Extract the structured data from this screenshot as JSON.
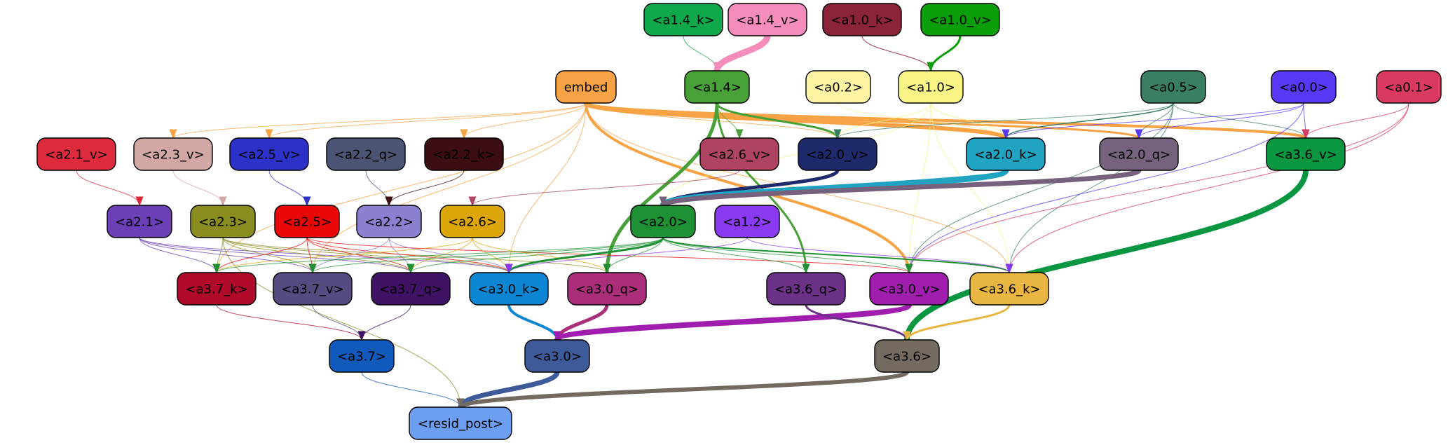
{
  "nodes": [
    {
      "id": "a1_4_k",
      "label": "<a1.4_k>",
      "fill": "#0fa84a",
      "text": "#000000"
    },
    {
      "id": "a1_4_v",
      "label": "<a1.4_v>",
      "fill": "#f48cbc",
      "text": "#000000"
    },
    {
      "id": "a1_0_k",
      "label": "<a1.0_k>",
      "fill": "#8b2439",
      "text": "#000000"
    },
    {
      "id": "a1_0_v",
      "label": "<a1.0_v>",
      "fill": "#0a9e0a",
      "text": "#000000"
    },
    {
      "id": "embed",
      "label": "embed",
      "fill": "#f7a244",
      "text": "#000000"
    },
    {
      "id": "a1_4",
      "label": "<a1.4>",
      "fill": "#48a038",
      "text": "#000000"
    },
    {
      "id": "a0_2",
      "label": "<a0.2>",
      "fill": "#fdf4a4",
      "text": "#000000"
    },
    {
      "id": "a1_0",
      "label": "<a1.0>",
      "fill": "#f7f384",
      "text": "#000000"
    },
    {
      "id": "a0_5",
      "label": "<a0.5>",
      "fill": "#3b7f63",
      "text": "#000000"
    },
    {
      "id": "a0_0",
      "label": "<a0.0>",
      "fill": "#5a37f5",
      "text": "#000000"
    },
    {
      "id": "a0_1",
      "label": "<a0.1>",
      "fill": "#da3a60",
      "text": "#000000"
    },
    {
      "id": "a2_1_v",
      "label": "<a2.1_v>",
      "fill": "#dd2a3c",
      "text": "#000000"
    },
    {
      "id": "a2_3_v",
      "label": "<a2.3_v>",
      "fill": "#d1a8a4",
      "text": "#000000"
    },
    {
      "id": "a2_5_v",
      "label": "<a2.5_v>",
      "fill": "#2c31c8",
      "text": "#000000"
    },
    {
      "id": "a2_2_q",
      "label": "<a2.2_q>",
      "fill": "#4b5573",
      "text": "#000000"
    },
    {
      "id": "a2_2_k",
      "label": "<a2.2_k>",
      "fill": "#3c0e14",
      "text": "#000000"
    },
    {
      "id": "a2_6_v",
      "label": "<a2.6_v>",
      "fill": "#ae4461",
      "text": "#000000"
    },
    {
      "id": "a2_0_v",
      "label": "<a2.0_v>",
      "fill": "#1e2a6c",
      "text": "#000000"
    },
    {
      "id": "a2_0_k",
      "label": "<a2.0_k>",
      "fill": "#21a4c1",
      "text": "#000000"
    },
    {
      "id": "a2_0_q",
      "label": "<a2.0_q>",
      "fill": "#76627d",
      "text": "#000000"
    },
    {
      "id": "a3_6_v",
      "label": "<a3.6_v>",
      "fill": "#0b9642",
      "text": "#000000"
    },
    {
      "id": "a2_1",
      "label": "<a2.1>",
      "fill": "#6b3fb6",
      "text": "#000000"
    },
    {
      "id": "a2_3",
      "label": "<a2.3>",
      "fill": "#8b8c20",
      "text": "#000000"
    },
    {
      "id": "a2_5",
      "label": "<a2.5>",
      "fill": "#ea0707",
      "text": "#000000"
    },
    {
      "id": "a2_2",
      "label": "<a2.2>",
      "fill": "#8b81d1",
      "text": "#000000"
    },
    {
      "id": "a2_6",
      "label": "<a2.6>",
      "fill": "#dca60a",
      "text": "#000000"
    },
    {
      "id": "a2_0",
      "label": "<a2.0>",
      "fill": "#1d9133",
      "text": "#000000"
    },
    {
      "id": "a1_2",
      "label": "<a1.2>",
      "fill": "#8a3bf2",
      "text": "#000000"
    },
    {
      "id": "a3_7_k",
      "label": "<a3.7_k>",
      "fill": "#b00a2b",
      "text": "#000000"
    },
    {
      "id": "a3_7_v",
      "label": "<a3.7_v>",
      "fill": "#574a80",
      "text": "#000000"
    },
    {
      "id": "a3_7_q",
      "label": "<a3.7_q>",
      "fill": "#401265",
      "text": "#000000"
    },
    {
      "id": "a3_0_k",
      "label": "<a3.0_k>",
      "fill": "#0c86d3",
      "text": "#000000"
    },
    {
      "id": "a3_0_q",
      "label": "<a3.0_q>",
      "fill": "#aa2e7a",
      "text": "#000000"
    },
    {
      "id": "a3_6_q",
      "label": "<a3.6_q>",
      "fill": "#6a3186",
      "text": "#000000"
    },
    {
      "id": "a3_0_v",
      "label": "<a3.0_v>",
      "fill": "#a01eae",
      "text": "#000000"
    },
    {
      "id": "a3_6_k",
      "label": "<a3.6_k>",
      "fill": "#e9b641",
      "text": "#000000"
    },
    {
      "id": "a3_7",
      "label": "<a3.7>",
      "fill": "#1159bb",
      "text": "#000000"
    },
    {
      "id": "a3_0",
      "label": "<a3.0>",
      "fill": "#3e5a99",
      "text": "#000000"
    },
    {
      "id": "a3_6",
      "label": "<a3.6>",
      "fill": "#736a60",
      "text": "#000000"
    },
    {
      "id": "resid_post",
      "label": "<resid_post>",
      "fill": "#6c9ef2",
      "text": "#000000"
    }
  ],
  "edges": [
    {
      "from": "a1_4_k",
      "to": "a1_4",
      "color": "#0fa84a",
      "weight": 1
    },
    {
      "from": "a1_4_v",
      "to": "a1_4",
      "color": "#f48cbc",
      "weight": 9
    },
    {
      "from": "a1_0_k",
      "to": "a1_0",
      "color": "#8b2439",
      "weight": 1.2
    },
    {
      "from": "a1_0_v",
      "to": "a1_0",
      "color": "#0a9e0a",
      "weight": 3
    },
    {
      "from": "embed",
      "to": "a2_0_k",
      "color": "#f7a244",
      "weight": 6
    },
    {
      "from": "embed",
      "to": "a3_6_v",
      "color": "#f7a244",
      "weight": 4
    },
    {
      "from": "embed",
      "to": "a2_0_q",
      "color": "#f7a244",
      "weight": 3
    },
    {
      "from": "embed",
      "to": "a3_0_v",
      "color": "#f7a244",
      "weight": 4
    },
    {
      "from": "embed",
      "to": "a2_0_v",
      "color": "#f7a244",
      "weight": 1
    },
    {
      "from": "embed",
      "to": "a2_3_v",
      "color": "#f7a244",
      "weight": 1
    },
    {
      "from": "embed",
      "to": "a2_5_v",
      "color": "#f7a244",
      "weight": 1
    },
    {
      "from": "embed",
      "to": "a2_2_k",
      "color": "#f7a244",
      "weight": 1
    },
    {
      "from": "embed",
      "to": "a3_7_k",
      "color": "#f7a244",
      "weight": 1
    },
    {
      "from": "embed",
      "to": "a3_7_v",
      "color": "#f7a244",
      "weight": 1
    },
    {
      "from": "embed",
      "to": "a3_0_k",
      "color": "#f7a244",
      "weight": 1
    },
    {
      "from": "embed",
      "to": "a3_6_k",
      "color": "#f7a244",
      "weight": 1
    },
    {
      "from": "a1_4",
      "to": "a2_0_v",
      "color": "#48a038",
      "weight": 3
    },
    {
      "from": "a1_4",
      "to": "a2_6_v",
      "color": "#48a038",
      "weight": 1
    },
    {
      "from": "a1_4",
      "to": "a3_0_q",
      "color": "#48a038",
      "weight": 5
    },
    {
      "from": "a1_4",
      "to": "a3_6_q",
      "color": "#48a038",
      "weight": 3
    },
    {
      "from": "a1_0",
      "to": "a2_0_k",
      "color": "#f7f384",
      "weight": 1
    },
    {
      "from": "a1_0",
      "to": "a2_0_v",
      "color": "#f7f384",
      "weight": 1
    },
    {
      "from": "a1_0",
      "to": "a3_0_v",
      "color": "#f7f384",
      "weight": 1
    },
    {
      "from": "a1_0",
      "to": "a3_6_k",
      "color": "#f7f384",
      "weight": 1
    },
    {
      "from": "a1_0",
      "to": "a2_0",
      "color": "#f7f384",
      "weight": 1
    },
    {
      "from": "a0_2",
      "to": "a2_0_k",
      "color": "#fdf4a4",
      "weight": 1
    },
    {
      "from": "a0_5",
      "to": "a2_0_k",
      "color": "#3b7f63",
      "weight": 1.5
    },
    {
      "from": "a0_5",
      "to": "a2_0_q",
      "color": "#3b7f63",
      "weight": 1
    },
    {
      "from": "a0_5",
      "to": "a3_6_v",
      "color": "#3b7f63",
      "weight": 1
    },
    {
      "from": "a0_5",
      "to": "a2_0_v",
      "color": "#3b7f63",
      "weight": 1
    },
    {
      "from": "a0_5",
      "to": "a3_6_k",
      "color": "#3b7f63",
      "weight": 1
    },
    {
      "from": "a0_5",
      "to": "a3_0_v",
      "color": "#3b7f63",
      "weight": 1
    },
    {
      "from": "a0_0",
      "to": "a2_0_k",
      "color": "#5a37f5",
      "weight": 1
    },
    {
      "from": "a0_0",
      "to": "a2_0_q",
      "color": "#5a37f5",
      "weight": 1
    },
    {
      "from": "a0_0",
      "to": "a3_6_v",
      "color": "#5a37f5",
      "weight": 1
    },
    {
      "from": "a0_0",
      "to": "a3_0_v",
      "color": "#5a37f5",
      "weight": 1
    },
    {
      "from": "a0_1",
      "to": "a3_6_v",
      "color": "#da3a60",
      "weight": 1
    },
    {
      "from": "a0_1",
      "to": "a3_6_k",
      "color": "#da3a60",
      "weight": 1
    },
    {
      "from": "a0_1",
      "to": "a3_0_v",
      "color": "#da3a60",
      "weight": 1
    },
    {
      "from": "a2_1_v",
      "to": "a2_1",
      "color": "#dd2a3c",
      "weight": 1
    },
    {
      "from": "a2_3_v",
      "to": "a2_3",
      "color": "#d1a8a4",
      "weight": 1
    },
    {
      "from": "a2_5_v",
      "to": "a2_5",
      "color": "#2c31c8",
      "weight": 1
    },
    {
      "from": "a2_2_q",
      "to": "a2_2",
      "color": "#4b5573",
      "weight": 1
    },
    {
      "from": "a2_2_k",
      "to": "a2_2",
      "color": "#3c0e14",
      "weight": 1
    },
    {
      "from": "a2_6_v",
      "to": "a2_6",
      "color": "#ae4461",
      "weight": 1
    },
    {
      "from": "a2_0_v",
      "to": "a2_0",
      "color": "#1e2a6c",
      "weight": 5
    },
    {
      "from": "a2_0_k",
      "to": "a2_0",
      "color": "#21a4c1",
      "weight": 9
    },
    {
      "from": "a2_0_q",
      "to": "a2_0",
      "color": "#76627d",
      "weight": 7
    },
    {
      "from": "a3_6_v",
      "to": "a3_6",
      "color": "#0b9642",
      "weight": 8
    },
    {
      "from": "a2_1",
      "to": "a3_7_k",
      "color": "#6b3fb6",
      "weight": 1
    },
    {
      "from": "a2_1",
      "to": "a3_7_v",
      "color": "#6b3fb6",
      "weight": 1
    },
    {
      "from": "a2_1",
      "to": "a3_7_q",
      "color": "#6b3fb6",
      "weight": 1
    },
    {
      "from": "a2_1",
      "to": "a3_0_k",
      "color": "#6b3fb6",
      "weight": 1
    },
    {
      "from": "a2_3",
      "to": "a3_7_k",
      "color": "#8b8c20",
      "weight": 1
    },
    {
      "from": "a2_3",
      "to": "a3_7_v",
      "color": "#8b8c20",
      "weight": 1
    },
    {
      "from": "a2_3",
      "to": "a3_7_q",
      "color": "#8b8c20",
      "weight": 1
    },
    {
      "from": "a2_3",
      "to": "a3_0_k",
      "color": "#8b8c20",
      "weight": 1
    },
    {
      "from": "a2_3",
      "to": "a3_0_q",
      "color": "#8b8c20",
      "weight": 1
    },
    {
      "from": "a2_3",
      "to": "resid_post",
      "color": "#8b8c20",
      "weight": 1
    },
    {
      "from": "a2_5",
      "to": "a3_7_k",
      "color": "#ea0707",
      "weight": 1
    },
    {
      "from": "a2_5",
      "to": "a3_7_v",
      "color": "#ea0707",
      "weight": 1
    },
    {
      "from": "a2_5",
      "to": "a3_7_q",
      "color": "#ea0707",
      "weight": 1
    },
    {
      "from": "a2_5",
      "to": "a3_0_k",
      "color": "#ea0707",
      "weight": 1
    },
    {
      "from": "a2_5",
      "to": "a3_0_v",
      "color": "#ea0707",
      "weight": 1
    },
    {
      "from": "a2_2",
      "to": "a3_7_v",
      "color": "#8b81d1",
      "weight": 1
    },
    {
      "from": "a2_2",
      "to": "a3_7_q",
      "color": "#8b81d1",
      "weight": 1
    },
    {
      "from": "a2_2",
      "to": "a3_0_k",
      "color": "#8b81d1",
      "weight": 1
    },
    {
      "from": "a2_6",
      "to": "a3_7_k",
      "color": "#dca60a",
      "weight": 1
    },
    {
      "from": "a2_6",
      "to": "a3_7_q",
      "color": "#dca60a",
      "weight": 1
    },
    {
      "from": "a2_6",
      "to": "a3_0_k",
      "color": "#dca60a",
      "weight": 1
    },
    {
      "from": "a2_6",
      "to": "a3_0_q",
      "color": "#dca60a",
      "weight": 1
    },
    {
      "from": "a2_0",
      "to": "a3_0_k",
      "color": "#1d9133",
      "weight": 3
    },
    {
      "from": "a2_0",
      "to": "a3_0_q",
      "color": "#1d9133",
      "weight": 1
    },
    {
      "from": "a2_0",
      "to": "a3_6_q",
      "color": "#1d9133",
      "weight": 1
    },
    {
      "from": "a2_0",
      "to": "a3_6_k",
      "color": "#1d9133",
      "weight": 2
    },
    {
      "from": "a2_0",
      "to": "a3_7_k",
      "color": "#1d9133",
      "weight": 1
    },
    {
      "from": "a2_0",
      "to": "a3_7_v",
      "color": "#1d9133",
      "weight": 1
    },
    {
      "from": "a2_0",
      "to": "a3_7_q",
      "color": "#1d9133",
      "weight": 1
    },
    {
      "from": "a2_0",
      "to": "a3_0_v",
      "color": "#1d9133",
      "weight": 1
    },
    {
      "from": "a1_2",
      "to": "a3_6_k",
      "color": "#8a3bf2",
      "weight": 1
    },
    {
      "from": "a1_2",
      "to": "a3_0_k",
      "color": "#8a3bf2",
      "weight": 1
    },
    {
      "from": "a3_7_k",
      "to": "a3_7",
      "color": "#b00a2b",
      "weight": 1
    },
    {
      "from": "a3_7_v",
      "to": "a3_7",
      "color": "#574a80",
      "weight": 1
    },
    {
      "from": "a3_7_q",
      "to": "a3_7",
      "color": "#401265",
      "weight": 1
    },
    {
      "from": "a3_0_k",
      "to": "a3_0",
      "color": "#0c86d3",
      "weight": 4
    },
    {
      "from": "a3_0_q",
      "to": "a3_0",
      "color": "#aa2e7a",
      "weight": 5
    },
    {
      "from": "a3_0_v",
      "to": "a3_0",
      "color": "#a01eae",
      "weight": 8
    },
    {
      "from": "a3_6_q",
      "to": "a3_6",
      "color": "#6a3186",
      "weight": 3
    },
    {
      "from": "a3_6_k",
      "to": "a3_6",
      "color": "#e9b641",
      "weight": 3
    },
    {
      "from": "a3_7",
      "to": "resid_post",
      "color": "#1159bb",
      "weight": 1
    },
    {
      "from": "a3_0",
      "to": "resid_post",
      "color": "#3e5a99",
      "weight": 7
    },
    {
      "from": "a3_6",
      "to": "resid_post",
      "color": "#736a60",
      "weight": 6
    }
  ]
}
